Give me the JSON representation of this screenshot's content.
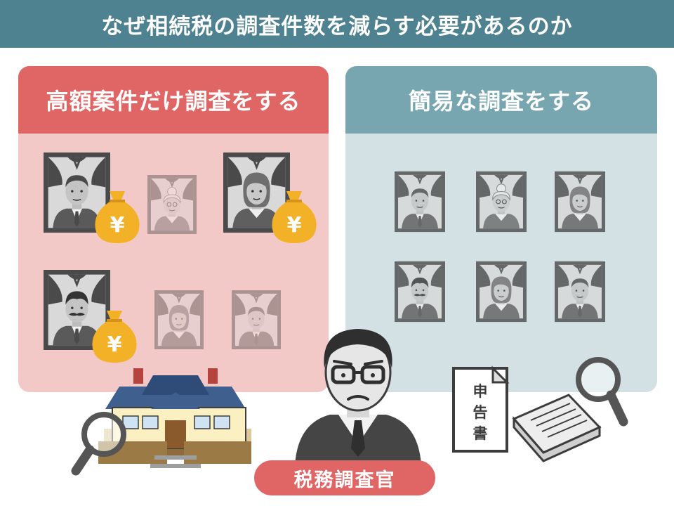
{
  "header": {
    "title": "なぜ相続税の調査件数を減らす必要があるのか"
  },
  "left_panel": {
    "title": "高額案件だけ調査をする",
    "money_symbol": "¥"
  },
  "right_panel": {
    "title": "簡易な調査をする"
  },
  "documents": {
    "tax_return_chars": [
      "申",
      "告",
      "書"
    ]
  },
  "officer": {
    "label": "税務調査官"
  },
  "colors": {
    "header": "#4e8290",
    "left_accent": "#e06665",
    "left_bg": "#f3c9c8",
    "right_accent": "#77a6b0",
    "right_bg": "#d3e1e5",
    "money_bag": "#f2b126"
  },
  "icons": [
    "memorial-portrait-icon",
    "money-bag-icon",
    "house-icon",
    "magnifier-icon",
    "tax-officer-icon",
    "tax-return-document-icon",
    "paper-stack-icon"
  ]
}
